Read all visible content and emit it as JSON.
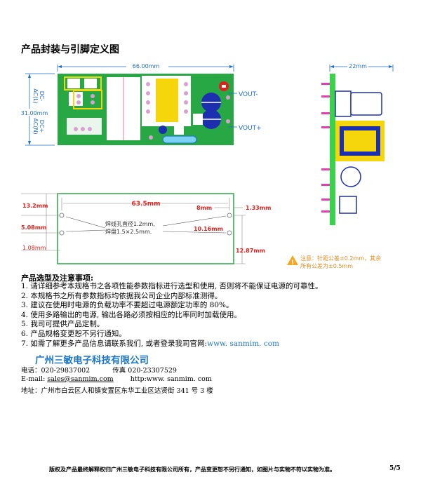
{
  "title": "产品封装与引脚定义图",
  "diagram": {
    "top_width": "66.00mm",
    "height": "31.00mm",
    "side_width": "22mm",
    "dc_minus_label": "DC-",
    "dc_minus_sub": "AC(L)",
    "dc_plus_label": "DC+",
    "dc_plus_sub": "AC(N)",
    "vout_minus": "VOUT-",
    "vout_plus": "VOUT+",
    "dim_63_5": "63.5mm",
    "dim_13_2": "13.2mm",
    "dim_5_08": "5.08mm",
    "dim_1_08": "1.08mm",
    "dim_8": "8mm",
    "dim_1_33": "1.33mm",
    "dim_10_16": "10.16mm",
    "dim_12_87": "12.87mm",
    "pin_note_1": "焊线孔直径1.2mm,",
    "pin_note_2": "焊盘1.5×2.5mm.",
    "tolerance_1": "注意：针距公差±0.2mm，其余",
    "tolerance_2": "所有公差为±0.5mm"
  },
  "notes_title": "产品选型及注意事项:",
  "notes": [
    "1. 请详细参考本规格书之各项性能参数指标进行选型和使用, 否则将不能保证电源的可靠性。",
    "2. 本规格书之所有参数指标均依据我公司企业内部标准测得。",
    "3. 建议在使用时电源的负载功率不要超过电源额定功率的 80%。",
    "4. 使用多路输出的电源, 输出各路必须按相应的比率同时加载使用。",
    "5. 我司可提供产品定制。",
    "6. 产品规格变更恕不另行通知。"
  ],
  "note7_text": "7. 如需了解更多产品信息请联系我们, 或者登录我司官网:",
  "note7_url": "www. sanmim. com",
  "company": "广州三敏电子科技有限公司",
  "phone": "电话：020-29837002",
  "fax": "传真 020-23307529",
  "email_label": "E-mail:",
  "email": "sales@sanmim.com",
  "website": "http:www. sanmim. com",
  "address": "地址：广州市白云区人和镇安置区东华工业区达贤街 341 号 3 楼",
  "footer": "版权及产品最终解释权归广州三敏电子科技有限公司所有，产品变更恕不另行通知，如图片与实物不符以实物为准。",
  "page": "5/5",
  "colors": {
    "board": "#28a745",
    "dim": "#1c6fc7",
    "red": "#e0201c",
    "transformer": "#f5d60d",
    "capacitor": "#1c2fb0",
    "pin": "#e040b0"
  }
}
